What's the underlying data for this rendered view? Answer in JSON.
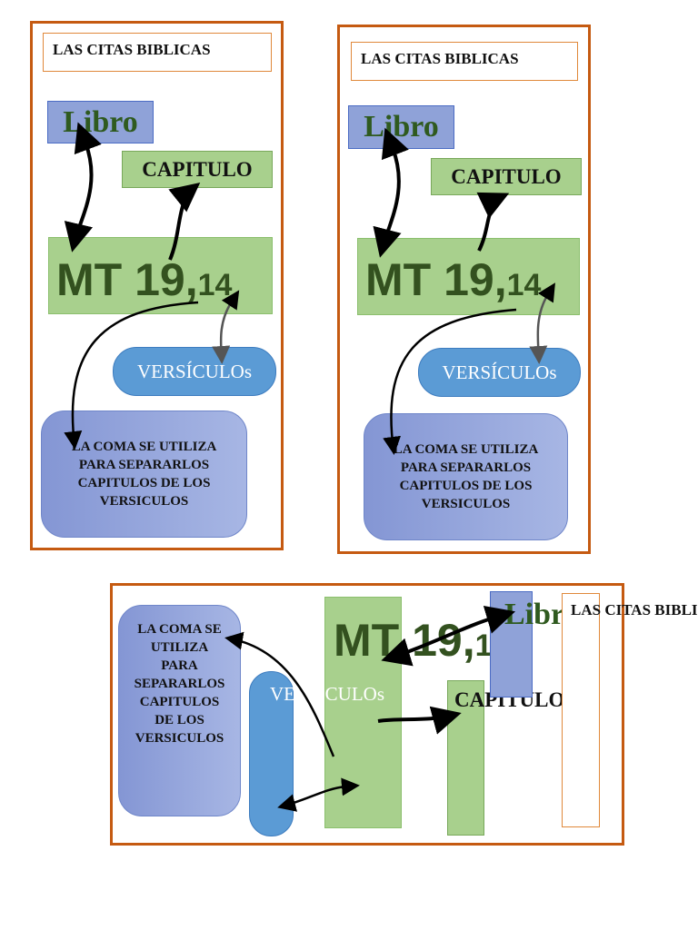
{
  "labels": {
    "title": "LAS CITAS BIBLICAS",
    "libro": "Libro",
    "capitulo": "CAPITULO",
    "mt": "MT 19,",
    "versiculo_num": "14",
    "versiculos": "VERSÍCULOs",
    "coma_note": "LA COMA SE UTILIZA PARA SEPARARLOS CAPITULOS DE LOS VERSICULOS"
  },
  "colors": {
    "panel_border": "#c55a11",
    "libro_fill": "#8fa2d8",
    "capitulo_fill": "#a8d08d",
    "versiculos_fill": "#5b9bd5",
    "text_green": "#33511f"
  }
}
